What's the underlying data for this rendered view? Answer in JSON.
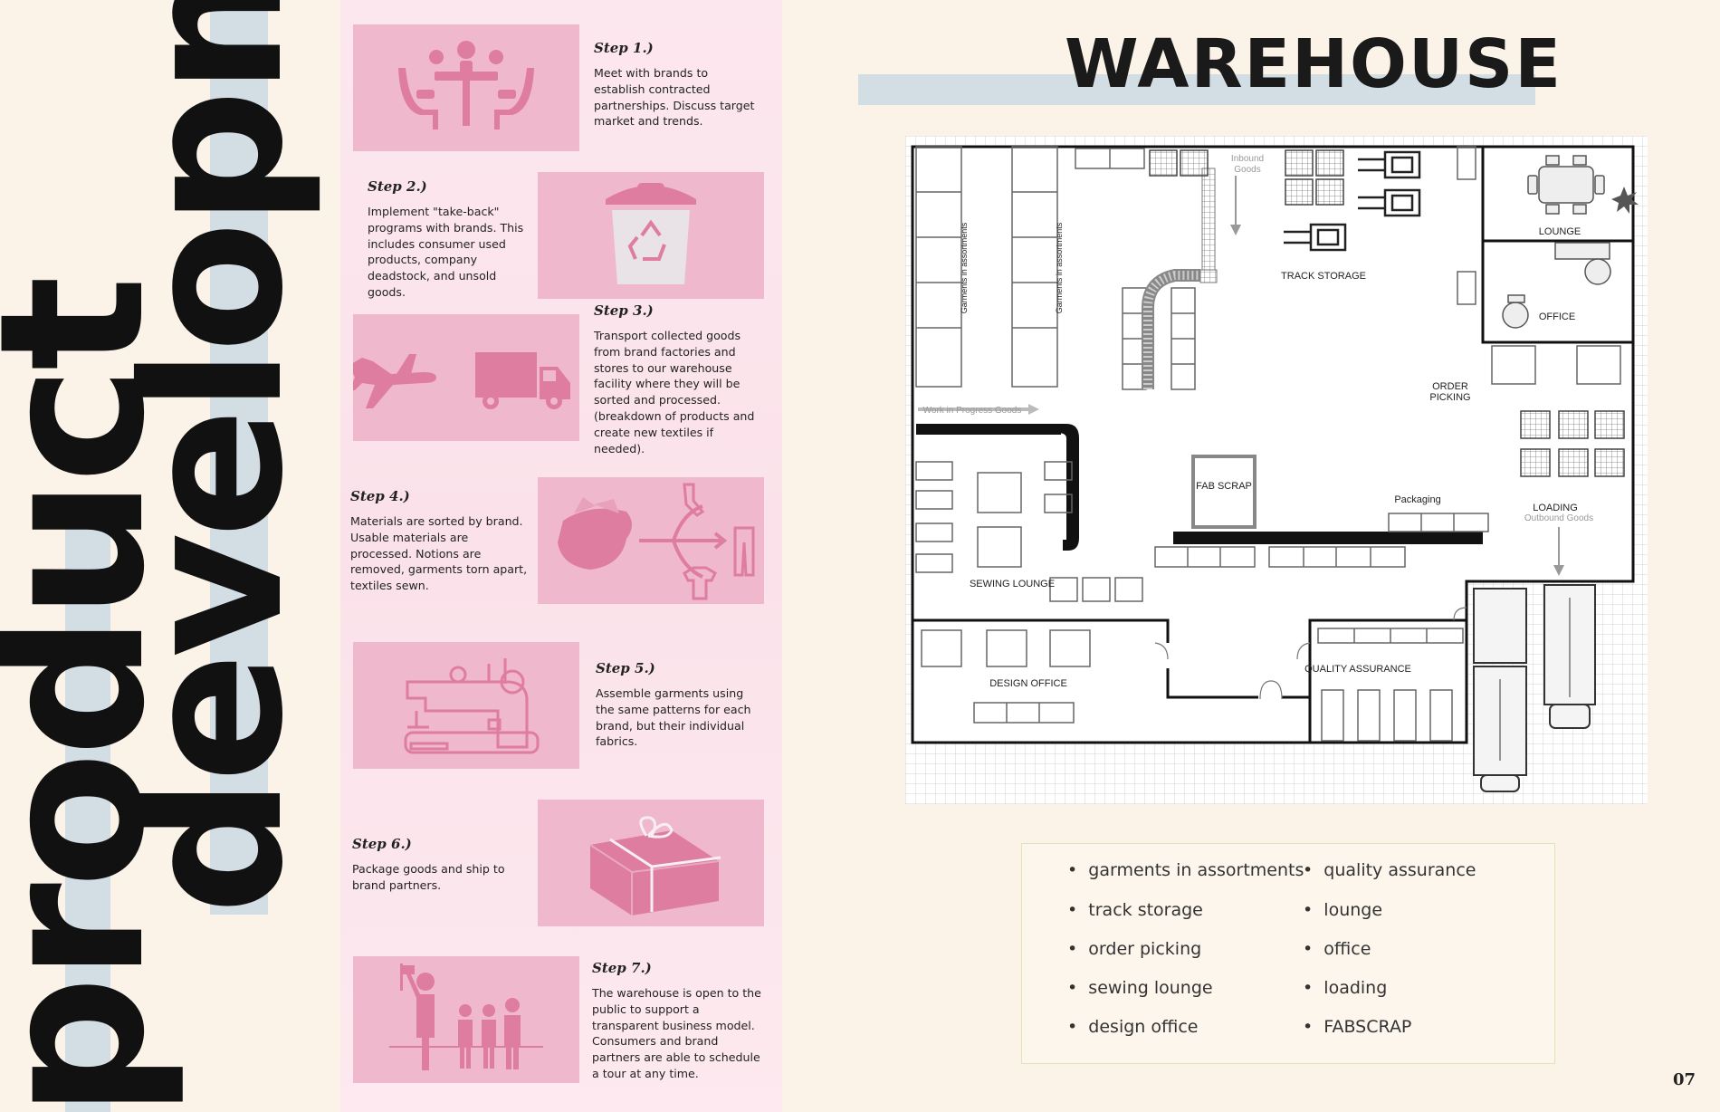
{
  "title": {
    "line1": "product",
    "line2": "development"
  },
  "steps": [
    {
      "heading": "Step 1.)",
      "text": "Meet with brands to establish contracted partnerships. Discuss target market and trends.",
      "icon": "meeting-table-icon"
    },
    {
      "heading": "Step 2.)",
      "text": "Implement \"take-back\" programs with brands. This includes consumer used products, company deadstock, and unsold goods.",
      "icon": "recycle-bin-icon"
    },
    {
      "heading": "Step 3.)",
      "text": "Transport collected goods from brand factories and stores to our warehouse facility where they will be sorted and processed. (breakdown of products and create new textiles if needed).",
      "icon": "plane-truck-icon"
    },
    {
      "heading": "Step 4.)",
      "text": "Materials are sorted by brand. Usable materials are processed. Notions are removed, garments torn apart, textiles sewn.",
      "icon": "sorting-garments-icon"
    },
    {
      "heading": "Step 5.)",
      "text": "Assemble garments using the same patterns for each brand, but their individual fabrics.",
      "icon": "sewing-machine-icon"
    },
    {
      "heading": "Step 6.)",
      "text": "Package goods and ship to brand partners.",
      "icon": "gift-box-icon"
    },
    {
      "heading": "Step 7.)",
      "text": "The warehouse is open to the public to support a transparent business model. Consumers and brand partners are able to schedule a tour at any time.",
      "icon": "tour-group-icon"
    }
  ],
  "warehouse": {
    "title": "WAREHOUSE",
    "plan_labels": {
      "garments1": "Garments in assortments",
      "garments2": "Garments in assortments",
      "inbound": "Inbound",
      "goods": "Goods",
      "track_storage": "TRACK STORAGE",
      "lounge": "LOUNGE",
      "office": "OFFICE",
      "order1": "ORDER",
      "order2": "PICKING",
      "wip": "Work in Progress Goods",
      "fab_scrap": "FAB SCRAP",
      "packaging": "Packaging",
      "loading": "LOADING",
      "outbound": "Outbound Goods",
      "sewing_lounge": "SEWING LOUNGE",
      "design_office": "DESIGN OFFICE",
      "quality_assurance": "QUALITY ASSURANCE"
    },
    "legend_left": [
      "garments in assortments",
      "track storage",
      "order picking",
      "sewing lounge",
      "design office"
    ],
    "legend_right": [
      "quality assurance",
      "lounge",
      "office",
      "loading",
      "FABSCRAP"
    ]
  },
  "page_number": "07",
  "colors": {
    "pink_box": "#f0b8cc",
    "pink_icon": "#de7d9f",
    "background": "#fbf2e8",
    "accent_bar": "#d3dde4"
  }
}
